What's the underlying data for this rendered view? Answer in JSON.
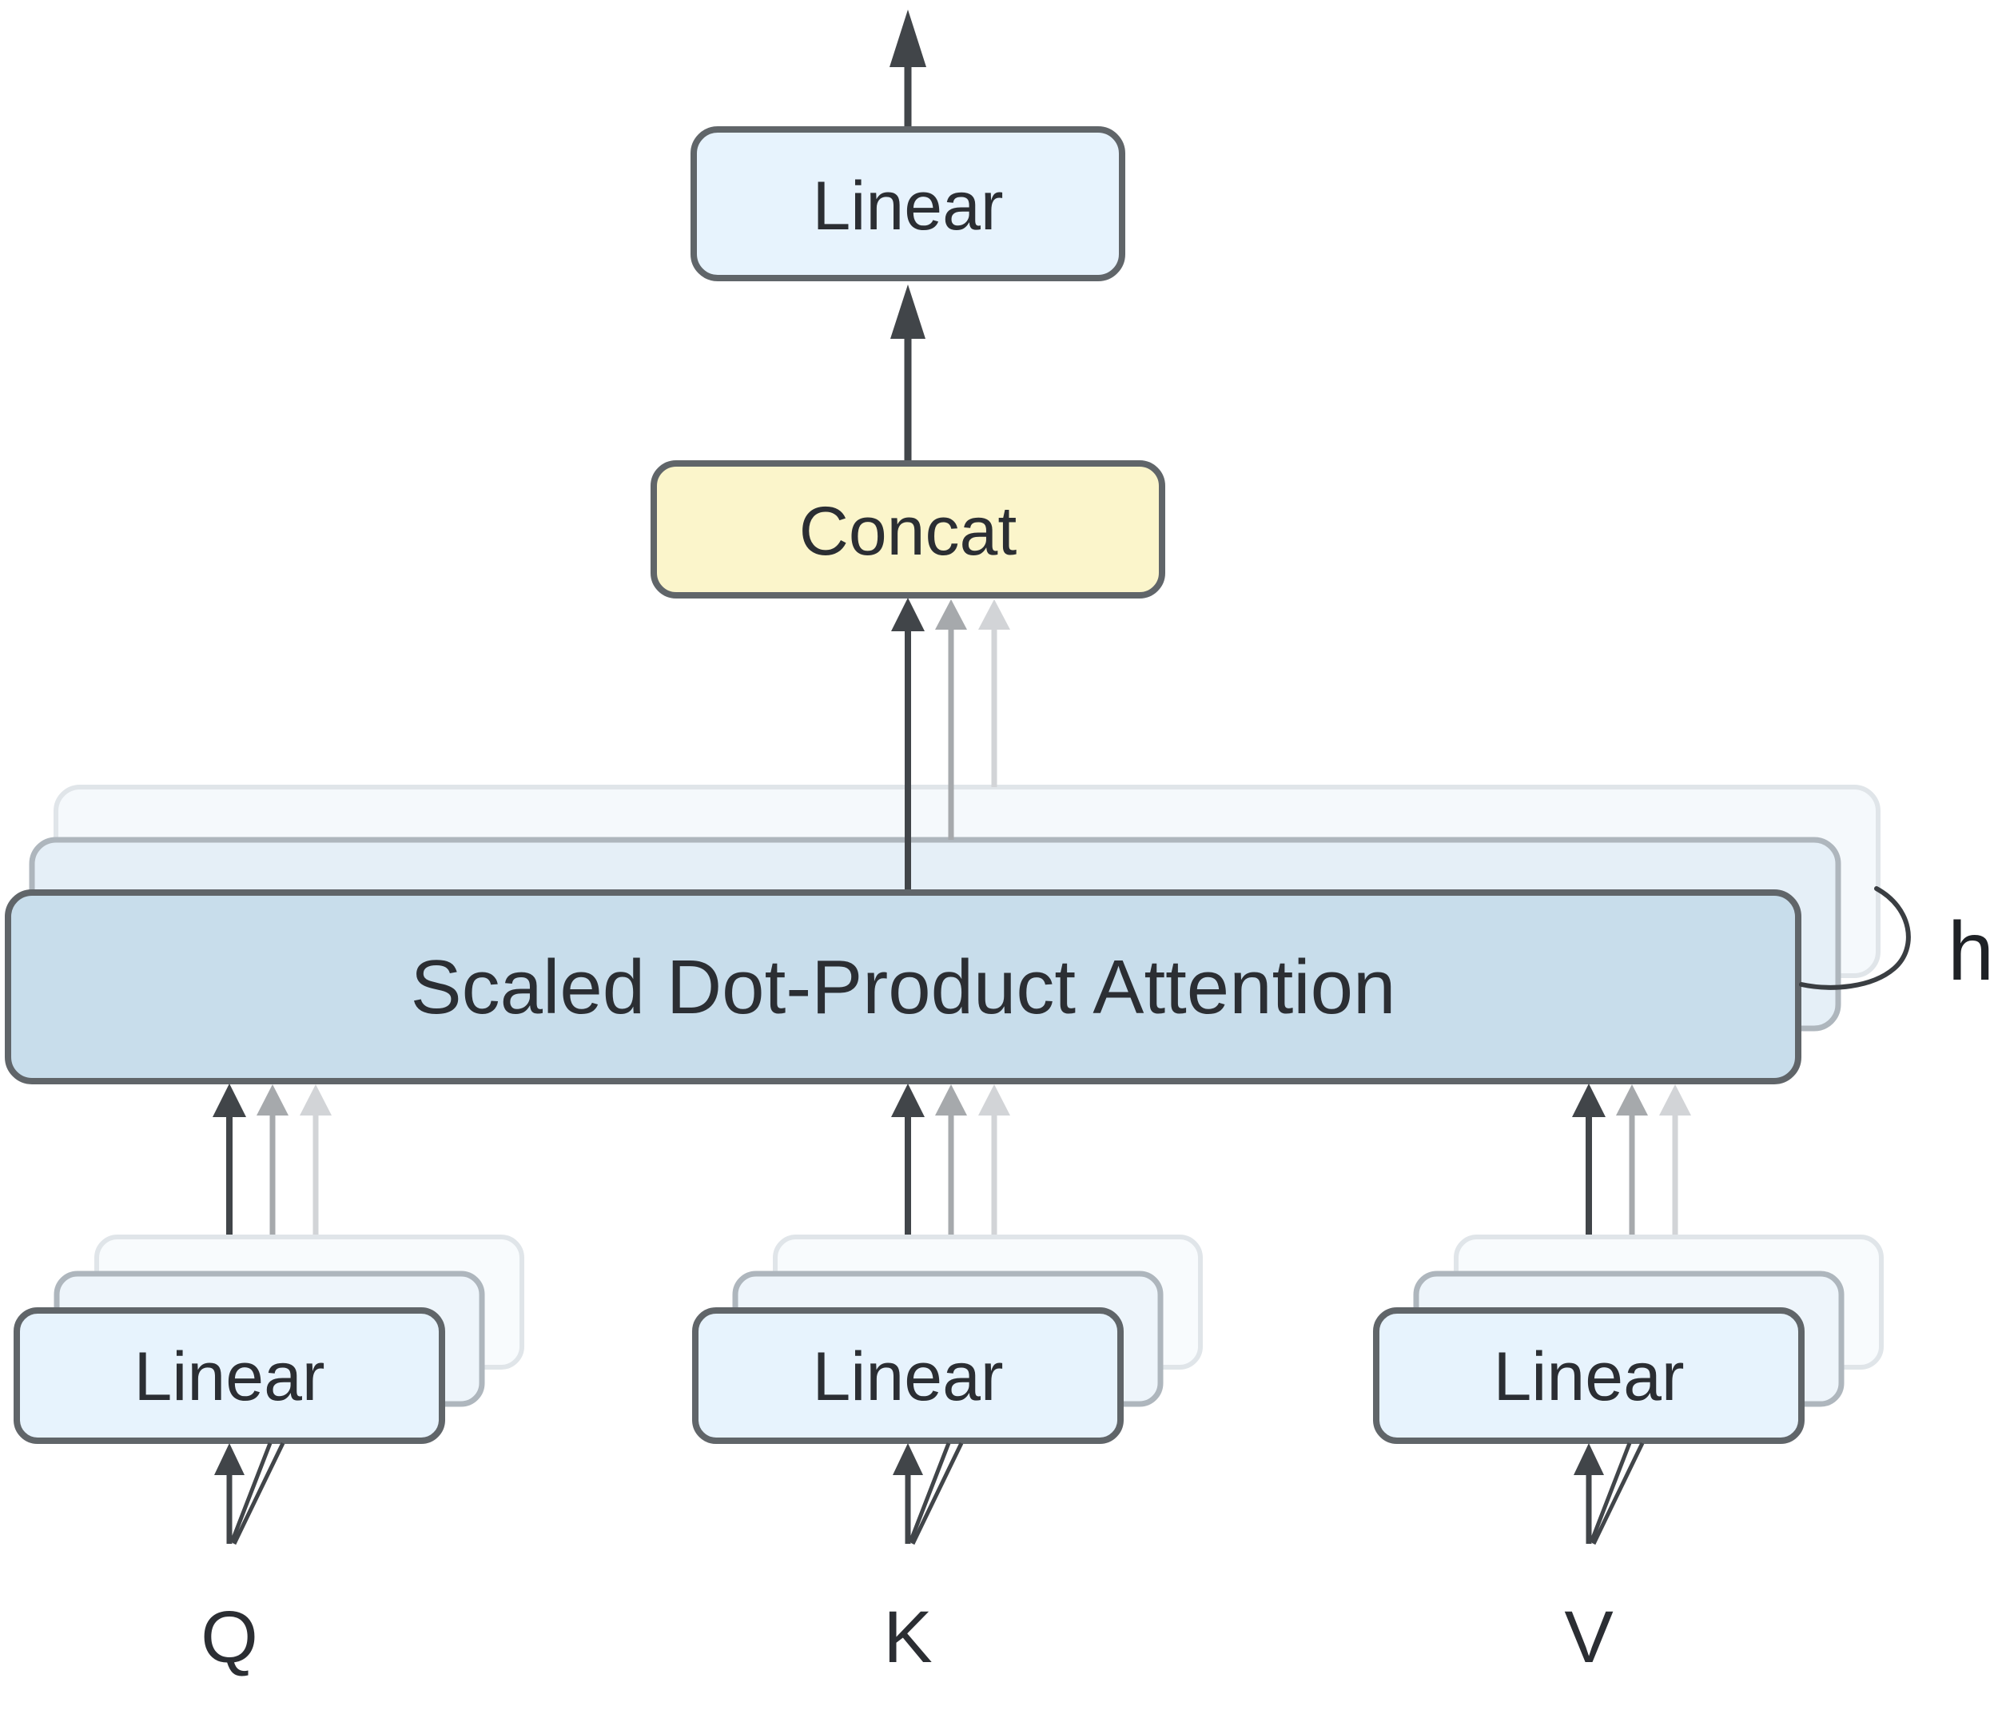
{
  "nodes": {
    "output_linear": {
      "label": "Linear"
    },
    "concat": {
      "label": "Concat"
    },
    "attention": {
      "label": "Scaled Dot-Product Attention"
    },
    "q_linear": {
      "label": "Linear"
    },
    "k_linear": {
      "label": "Linear"
    },
    "v_linear": {
      "label": "Linear"
    }
  },
  "inputs": {
    "q_label": "Q",
    "k_label": "K",
    "v_label": "V"
  },
  "annotations": {
    "heads_label": "h"
  },
  "colors": {
    "background": "#ffffff",
    "linear_fill": "#e7f3fd",
    "linear_mid_fill": "#eef5fb",
    "linear_faint_fill": "#f8fbfd",
    "attention_fill": "#c8ddeb",
    "attention_mid_fill": "#e5eff7",
    "attention_faint_fill": "#f5f9fc",
    "concat_fill": "#fbf5cb",
    "border_dark": "#606569",
    "border_mid": "#aeb6bd",
    "border_faint": "#e0e5e9",
    "arrow_dark": "#414549",
    "arrow_mid": "#a6a9ac",
    "arrow_light": "#d2d4d7",
    "text": "#2b2e33"
  }
}
